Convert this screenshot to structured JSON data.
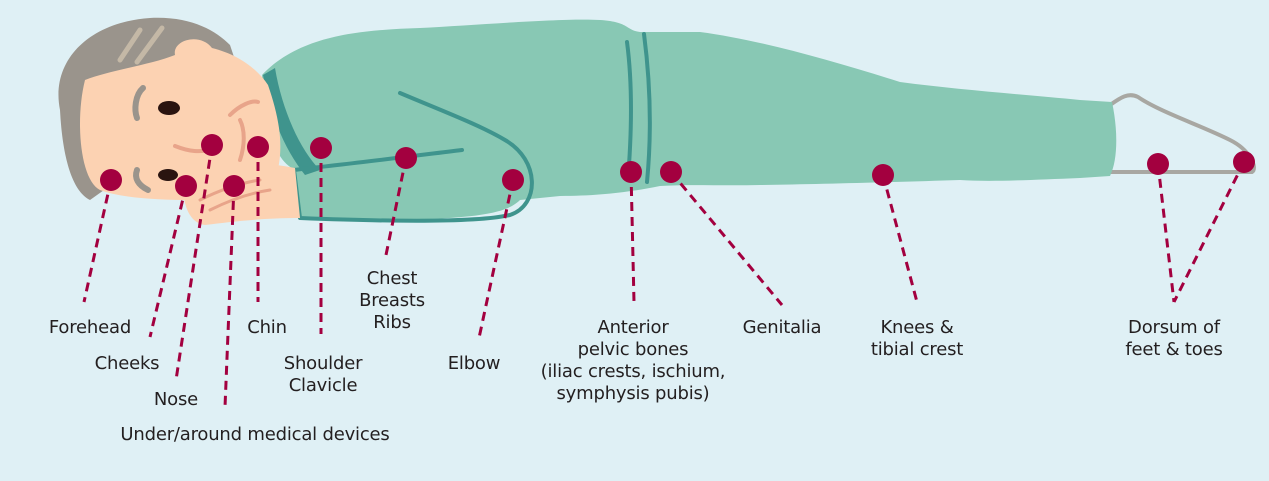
{
  "figure": {
    "title": "Pressure injury sites in prone position",
    "colors": {
      "background": "#dff0f5",
      "dot": "#a3003f",
      "leader": "#a3003f",
      "gown": "#88c8b4",
      "gown_trim": "#3f948d",
      "skin": "#fcd2b2",
      "hair": "#9a948c",
      "shoe_outline": "#a8a7a2",
      "text": "#231f20"
    }
  },
  "sites": [
    {
      "id": "forehead",
      "label": "Forehead"
    },
    {
      "id": "cheeks",
      "label": "Cheeks"
    },
    {
      "id": "nose",
      "label": "Nose"
    },
    {
      "id": "medical-devices",
      "label": "Under/around medical devices"
    },
    {
      "id": "chin",
      "label": "Chin"
    },
    {
      "id": "shoulder",
      "label": "Shoulder\nClavicle"
    },
    {
      "id": "chest",
      "label": "Chest\nBreasts\nRibs"
    },
    {
      "id": "elbow",
      "label": "Elbow"
    },
    {
      "id": "pelvic",
      "label": "Anterior\npelvic bones\n(iliac crests, ischium,\nsymphysis pubis)"
    },
    {
      "id": "genitalia",
      "label": "Genitalia"
    },
    {
      "id": "knees",
      "label": "Knees &\ntibial crest"
    },
    {
      "id": "feet",
      "label": "Dorsum of\nfeet & toes"
    }
  ]
}
